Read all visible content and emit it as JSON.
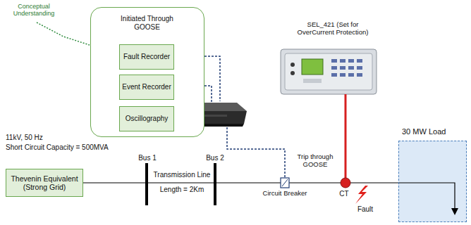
{
  "diagram": {
    "nodes": [
      {
        "text": [
          "Initiated Through GOOSE"
        ]
      },
      {
        "text": [
          "Fault Recorder"
        ],
        "in": 0
      },
      {
        "text": [
          "Event Recorder"
        ],
        "in": 0
      },
      {
        "text": [
          "Oscillography"
        ],
        "in": 0
      },
      {
        "text": [
          "Thevenin Equivalent (Strong Grid)"
        ]
      },
      {
        "text": [
          "30 MW Load"
        ]
      },
      {
        "text": [
          "SEL_421 (Set for OverCurrent Protection)"
        ]
      }
    ],
    "edges": [
      {
        "from": 4,
        "to": 5,
        "arrow": "none"
      }
    ],
    "labels": [
      "Conceptual Understanding",
      "11kV, 50 Hz",
      "Short Circuit Capacity = 500MVA",
      "Bus 1",
      "Bus 2",
      "Transmission Line",
      "Length = 2Km",
      "Trip through GOOSE",
      "Circuit Breaker",
      "CT",
      "Fault"
    ]
  }
}
